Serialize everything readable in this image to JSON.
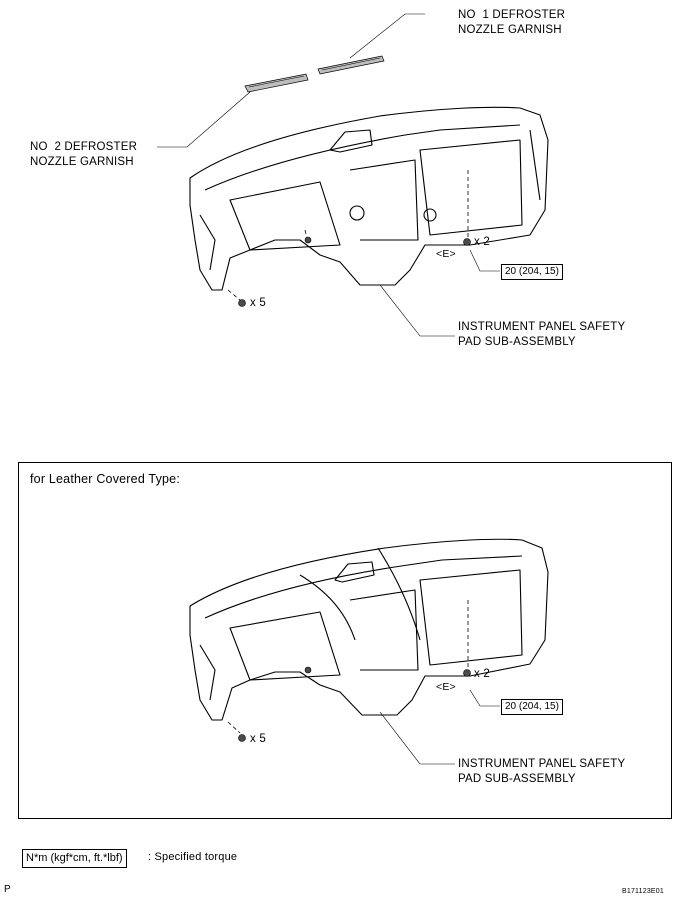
{
  "labels": {
    "no1_defroster": "NO  1 DEFROSTER\nNOZZLE GARNISH",
    "no2_defroster": "NO  2 DEFROSTER\nNOZZLE GARNISH",
    "pad_top": "INSTRUMENT PANEL SAFETY\nPAD SUB-ASSEMBLY",
    "pad_bottom": "INSTRUMENT PANEL SAFETY\nPAD SUB-ASSEMBLY",
    "clip_e_top": "<E>",
    "clip_e_bottom": "<E>",
    "qty_x2_top": "x 2",
    "qty_x5_top": "x 5",
    "qty_x2_bottom": "x 2",
    "qty_x5_bottom": "x 5"
  },
  "torque": {
    "top": "20 (204, 15)",
    "bottom": "20 (204, 15)"
  },
  "leather_section_title": "for Leather Covered Type:",
  "legend": {
    "unit_box": "N*m (kgf*cm, ft.*lbf)",
    "description": ": Specified torque"
  },
  "footer": {
    "left_mark": "P",
    "figure_id": "B171123E01"
  }
}
